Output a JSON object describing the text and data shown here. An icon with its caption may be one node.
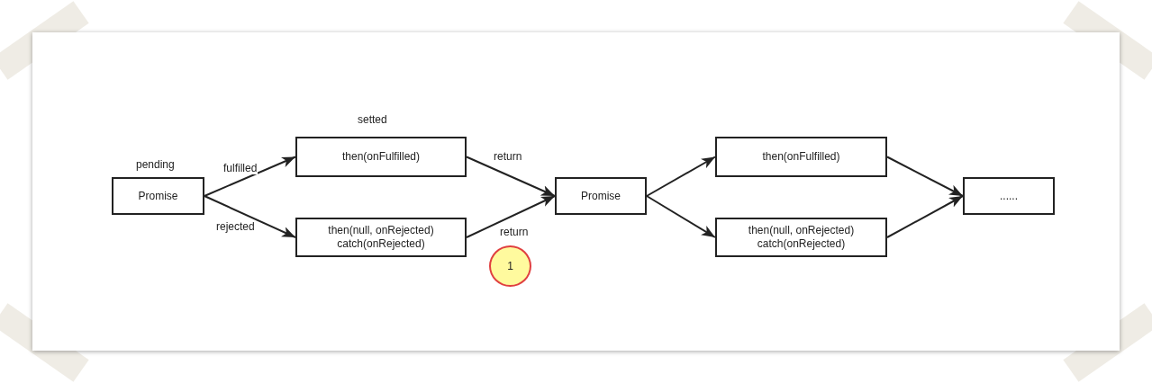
{
  "diagram": {
    "nodes": [
      {
        "text": [
          "Promise"
        ],
        "beside": [
          "pending"
        ]
      },
      {
        "text": [
          "then(onFulfilled)"
        ],
        "beside": [
          "setted"
        ]
      },
      {
        "text": [
          "then(null, onRejected)",
          "catch(onRejected)"
        ]
      },
      {
        "text": [
          "Promise"
        ]
      },
      {
        "text": [
          "then(onFulfilled)"
        ]
      },
      {
        "text": [
          "then(null, onRejected)",
          "catch(onRejected)"
        ]
      },
      {
        "text": [
          "......"
        ]
      },
      {
        "text": [
          "1"
        ]
      }
    ],
    "edges": [
      {
        "from": 0,
        "to": 1,
        "arrow": "to",
        "label": "fulfilled"
      },
      {
        "from": 0,
        "to": 2,
        "arrow": "to",
        "label": "rejected"
      },
      {
        "from": 1,
        "to": 3,
        "arrow": "to",
        "label": "return"
      },
      {
        "from": 2,
        "to": 3,
        "arrow": "to",
        "label": "return"
      },
      {
        "from": 3,
        "to": 4,
        "arrow": "to"
      },
      {
        "from": 3,
        "to": 5,
        "arrow": "to"
      },
      {
        "from": 4,
        "to": 6,
        "arrow": "to"
      },
      {
        "from": 5,
        "to": 6,
        "arrow": "to"
      }
    ]
  }
}
